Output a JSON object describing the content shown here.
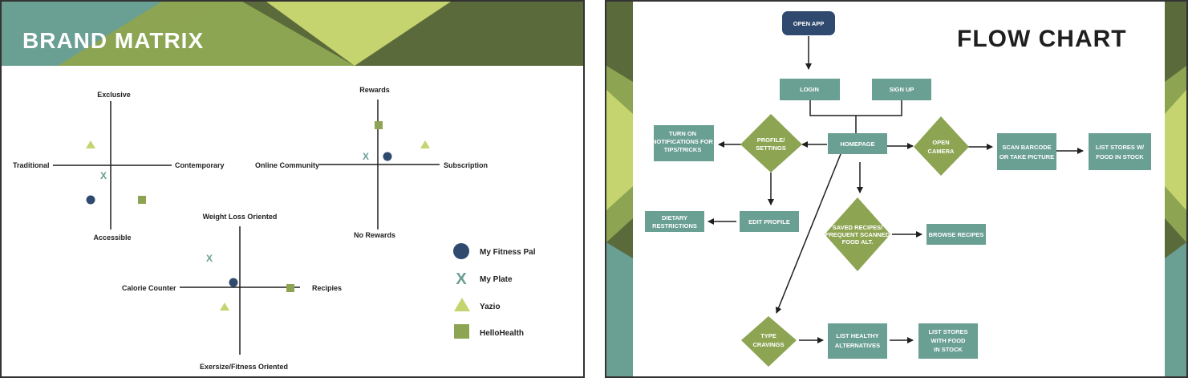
{
  "colors": {
    "teal": "#6a9f93",
    "olive": "#8da552",
    "lime": "#c5d46e",
    "dark_olive": "#5b6a3a",
    "navy": "#2f4a6e",
    "box_teal": "#6a9f93",
    "diamond_green": "#8da552"
  },
  "brand_matrix": {
    "title": "BRAND MATRIX",
    "matrix1": {
      "top": "Exclusive",
      "bottom": "Accessible",
      "left": "Traditional",
      "right": "Contemporary"
    },
    "matrix2": {
      "top": "Rewards",
      "bottom": "No Rewards",
      "left": "Online Community",
      "right": "Subscription"
    },
    "matrix3": {
      "top": "Weight Loss Oriented",
      "bottom": "Exersize/Fitness Oriented",
      "left": "Calorie Counter",
      "right": "Recipies"
    },
    "legend": [
      {
        "label": "My Fitness Pal",
        "marker": "circle",
        "color": "#2f4a6e"
      },
      {
        "label": "My Plate",
        "marker": "x",
        "color": "#6a9f93"
      },
      {
        "label": "Yazio",
        "marker": "triangle",
        "color": "#c5d46e"
      },
      {
        "label": "HelloHealth",
        "marker": "square",
        "color": "#8da552"
      }
    ]
  },
  "flow_chart": {
    "title": "FLOW CHART",
    "open_app": "OPEN APP",
    "login": "LOGIN",
    "sign_up": "SIGN UP",
    "homepage": "HOMEPAGE",
    "profile_settings": [
      "PROFILE/",
      "SETTINGS"
    ],
    "turn_on_notifications": [
      "TURN ON",
      "NOTIFICATIONS FOR",
      "TIPS/TRICKS"
    ],
    "edit_profile": "EDIT PROFILE",
    "dietary_restrictions": [
      "DIETARY",
      "RESTRICTIONS"
    ],
    "open_camera": [
      "OPEN",
      "CAMERA"
    ],
    "scan_barcode": [
      "SCAN BARCODE",
      "OR TAKE PICTURE"
    ],
    "list_stores_w_food": [
      "LIST STORES W/",
      "FOOD IN STOCK"
    ],
    "saved_recipes": [
      "SAVED RECIPES/",
      "FREQUENT SCANNED",
      "FOOD ALT."
    ],
    "browse_recipes": "BROWSE RECIPES",
    "type_cravings": [
      "TYPE",
      "CRAVINGS"
    ],
    "list_healthy_alternatives": [
      "LIST HEALTHY",
      "ALTERNATIVES"
    ],
    "list_stores_with_food": [
      "LIST STORES",
      "WITH FOOD",
      "IN STOCK"
    ]
  }
}
